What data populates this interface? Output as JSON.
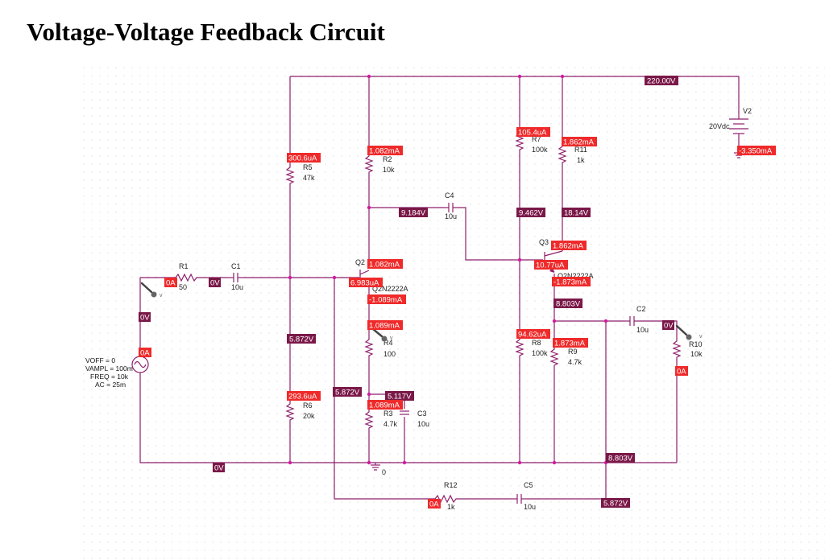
{
  "title": "Voltage-Voltage Feedback Circuit",
  "colors": {
    "voltage_tag": "#7a1848",
    "current_tag": "#ef2a2a",
    "wire": "#8e1f6c",
    "node": "#d11ba0"
  },
  "components": {
    "R1": {
      "ref": "R1",
      "value": "50"
    },
    "C1": {
      "ref": "C1",
      "value": "10u"
    },
    "R5": {
      "ref": "R5",
      "value": "47k"
    },
    "R6": {
      "ref": "R6",
      "value": "20k"
    },
    "R2": {
      "ref": "R2",
      "value": "10k"
    },
    "C4": {
      "ref": "C4",
      "value": "10u"
    },
    "Q2": {
      "ref": "Q2",
      "model": "Q2N2222A"
    },
    "R4": {
      "ref": "R4",
      "value": "100"
    },
    "R3": {
      "ref": "R3",
      "value": "4.7k"
    },
    "C3": {
      "ref": "C3",
      "value": "10u"
    },
    "R7": {
      "ref": "R7",
      "value": "100k"
    },
    "R8": {
      "ref": "R8",
      "value": "100k"
    },
    "R11": {
      "ref": "R11",
      "value": "1k"
    },
    "Q3": {
      "ref": "Q3",
      "model": "Q2N2222A"
    },
    "R9": {
      "ref": "R9",
      "value": "4.7k"
    },
    "C2": {
      "ref": "C2",
      "value": "10u"
    },
    "R10": {
      "ref": "R10",
      "value": "10k"
    },
    "V2": {
      "ref": "V2",
      "value": "20Vdc"
    },
    "R12": {
      "ref": "R12",
      "value": "1k"
    },
    "C5": {
      "ref": "C5",
      "value": "10u"
    },
    "ground": {
      "ref": "0"
    }
  },
  "source": {
    "voff": "VOFF = 0",
    "vampl": "VAMPL = 100m",
    "freq": "FREQ = 10k",
    "ac": "AC = 25m"
  },
  "voltage_tags": {
    "v_top": "220.00V",
    "v_in": "0V",
    "v_c1_left": "0V",
    "v_r5r6": "5.872V",
    "v_q2_base": "5.872V",
    "v_q2_coll": "9.184V",
    "v_q2_emit": "5.117V",
    "v_q3_base": "9.462V",
    "v_q3_coll": "18.14V",
    "v_q3_emit": "8.803V",
    "v_out": "0V",
    "v_gnd": "0V",
    "v_fb_right": "8.803V",
    "v_c5": "5.872V"
  },
  "current_tags": {
    "i_r1": "0A",
    "i_src": "0A",
    "i_r5": "300.6uA",
    "i_r6": "293.6uA",
    "i_r2": "1.082mA",
    "i_q2c": "1.082mA",
    "i_q2b": "6.983uA",
    "i_q2e": "-1.089mA",
    "i_r4": "1.089mA",
    "i_r3": "1.089mA",
    "i_r7": "105.4uA",
    "i_r8": "94.62uA",
    "i_r11": "1.862mA",
    "i_q3c": "1.862mA",
    "i_q3b": "10.77uA",
    "i_q3e": "-1.873mA",
    "i_r9": "1.873mA",
    "i_r10": "0A",
    "i_v2": "-3.350mA",
    "i_r12": "0A"
  }
}
